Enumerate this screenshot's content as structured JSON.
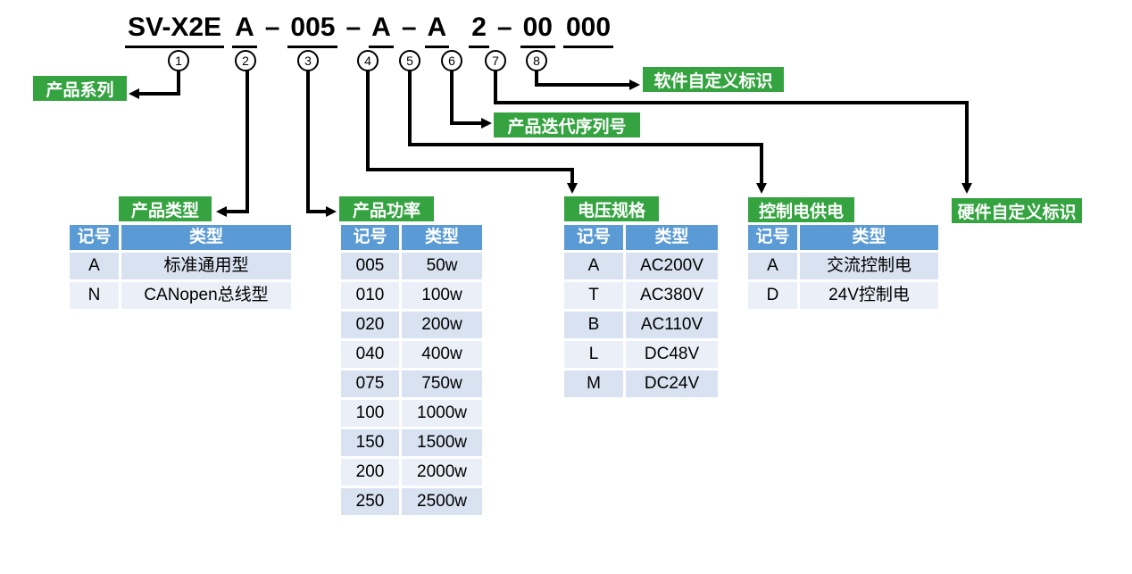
{
  "model": {
    "full_code": "SV-X2E A – 005 – A – A 2 – 00 000",
    "parts": [
      {
        "text": "SV-X2E",
        "underline": true,
        "wide_gap": false
      },
      {
        "text": "A",
        "underline": true,
        "wide_gap": false
      },
      {
        "text": "–",
        "underline": false,
        "wide_gap": false
      },
      {
        "text": "005",
        "underline": true,
        "wide_gap": false
      },
      {
        "text": "–",
        "underline": false,
        "wide_gap": false
      },
      {
        "text": "A",
        "underline": true,
        "wide_gap": false
      },
      {
        "text": "–",
        "underline": false,
        "wide_gap": false
      },
      {
        "text": "A",
        "underline": true,
        "wide_gap": false
      },
      {
        "text": "2",
        "underline": true,
        "wide_gap": true
      },
      {
        "text": "–",
        "underline": false,
        "wide_gap": false
      },
      {
        "text": "00",
        "underline": true,
        "wide_gap": false
      },
      {
        "text": "000",
        "underline": true,
        "wide_gap": false
      }
    ],
    "markers": [
      "1",
      "2",
      "3",
      "4",
      "5",
      "6",
      "7",
      "8"
    ]
  },
  "labels": {
    "product_series": "产品系列",
    "product_type": "产品类型",
    "product_power": "产品功率",
    "voltage_spec": "电压规格",
    "control_power": "控制电供电",
    "iteration_serial": "产品迭代序列号",
    "software_id": "软件自定义标识",
    "hardware_id": "硬件自定义标识"
  },
  "tables": {
    "product_type": {
      "title": "产品类型",
      "columns": [
        "记号",
        "类型"
      ],
      "rows": [
        [
          "A",
          "标准通用型"
        ],
        [
          "N",
          "CANopen总线型"
        ]
      ]
    },
    "product_power": {
      "title": "产品功率",
      "columns": [
        "记号",
        "类型"
      ],
      "rows": [
        [
          "005",
          "50w"
        ],
        [
          "010",
          "100w"
        ],
        [
          "020",
          "200w"
        ],
        [
          "040",
          "400w"
        ],
        [
          "075",
          "750w"
        ],
        [
          "100",
          "1000w"
        ],
        [
          "150",
          "1500w"
        ],
        [
          "200",
          "2000w"
        ],
        [
          "250",
          "2500w"
        ]
      ]
    },
    "voltage_spec": {
      "title": "电压规格",
      "columns": [
        "记号",
        "类型"
      ],
      "rows": [
        [
          "A",
          "AC200V"
        ],
        [
          "T",
          "AC380V"
        ],
        [
          "B",
          "AC110V"
        ],
        [
          "L",
          "DC48V"
        ],
        [
          "M",
          "DC24V"
        ]
      ]
    },
    "control_power": {
      "title": "控制电供电",
      "columns": [
        "记号",
        "类型"
      ],
      "rows": [
        [
          "A",
          "交流控制电"
        ],
        [
          "D",
          "24V控制电"
        ]
      ]
    }
  },
  "colors": {
    "accent_green": "#34a340",
    "header_blue": "#5b9bd5",
    "row_band_dark": "#d9e2f0",
    "row_band_light": "#ebf0f8",
    "line_black": "#000000"
  }
}
